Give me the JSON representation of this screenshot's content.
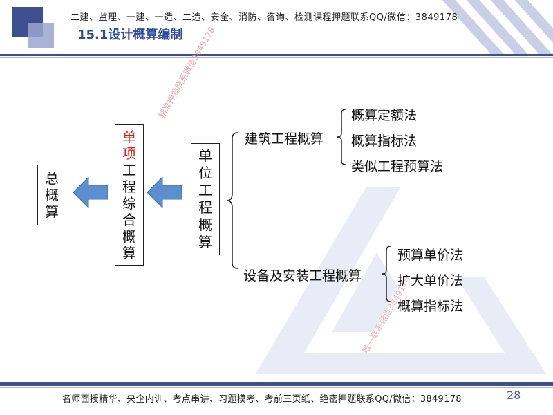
{
  "header": {
    "banner": "二建、监理、一建、一造、二造、安全、消防、咨询、检测课程押题联系QQ/微信：3849178",
    "title": "15.1设计概算编制"
  },
  "diagram": {
    "total": [
      "总",
      "概",
      "算"
    ],
    "single_item": {
      "red_part": [
        "单",
        "项"
      ],
      "black_part": [
        "工",
        "程",
        "综",
        "合",
        "概",
        "算"
      ]
    },
    "unit": [
      "单",
      "位",
      "工",
      "程",
      "概",
      "算"
    ],
    "building": {
      "label": "建筑工程概算",
      "methods": [
        "概算定额法",
        "概算指标法",
        "类似工程预算法"
      ]
    },
    "equipment": {
      "label": "设备及安装工程概算",
      "methods": [
        "预算单价法",
        "扩大单价法",
        "概算指标法"
      ]
    }
  },
  "watermarks": {
    "left": "精准押题联系微信3849178",
    "bottom": "唯一联系微信3849178"
  },
  "footer": {
    "text": "名师面授精华、央企内训、考点串讲、习题模考、考前三页纸、绝密押题联系QQ/微信：3849178",
    "page_number": "28"
  },
  "colors": {
    "accent": "#3d4f8f",
    "title": "#2f4a9e",
    "arrow": "#5b8fd0",
    "highlight": "#e21b1b"
  }
}
